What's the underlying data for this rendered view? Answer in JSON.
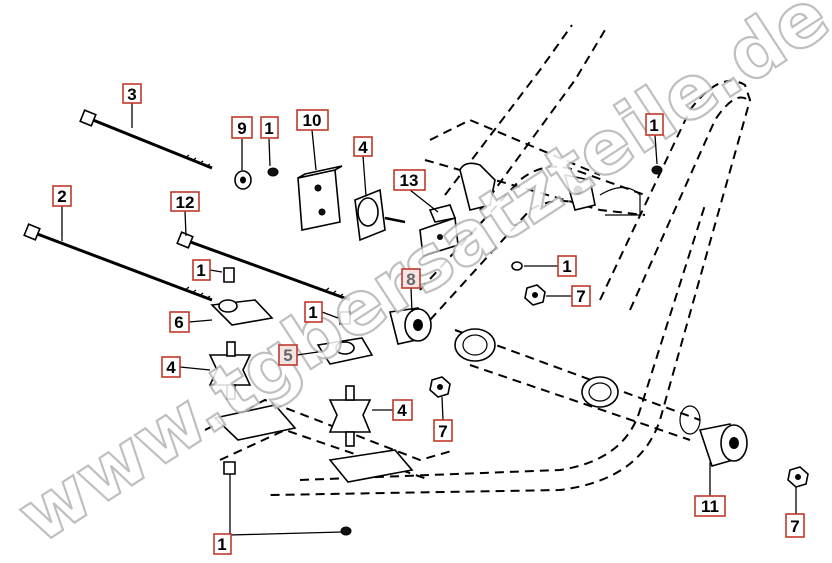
{
  "diagram": {
    "watermark_text": "www.tgbersatzteile.de",
    "callouts": [
      {
        "id": "c3",
        "label": "3"
      },
      {
        "id": "c9",
        "label": "9"
      },
      {
        "id": "c1a",
        "label": "1"
      },
      {
        "id": "c10",
        "label": "10"
      },
      {
        "id": "c4a",
        "label": "4"
      },
      {
        "id": "c13",
        "label": "13"
      },
      {
        "id": "c1b",
        "label": "1"
      },
      {
        "id": "c2",
        "label": "2"
      },
      {
        "id": "c12",
        "label": "12"
      },
      {
        "id": "c1c",
        "label": "1"
      },
      {
        "id": "c1d",
        "label": "1"
      },
      {
        "id": "c7a",
        "label": "7"
      },
      {
        "id": "c1e",
        "label": "1"
      },
      {
        "id": "c8",
        "label": "8"
      },
      {
        "id": "c6",
        "label": "6"
      },
      {
        "id": "c5",
        "label": "5"
      },
      {
        "id": "c4b",
        "label": "4"
      },
      {
        "id": "c4c",
        "label": "4"
      },
      {
        "id": "c7b",
        "label": "7"
      },
      {
        "id": "c11",
        "label": "11"
      },
      {
        "id": "c7c",
        "label": "7"
      },
      {
        "id": "c1f",
        "label": "1"
      }
    ],
    "colors": {
      "callout_border": "#c0392b",
      "line": "#000000",
      "watermark_outline": "#b5b5b5",
      "background": "#ffffff"
    }
  }
}
